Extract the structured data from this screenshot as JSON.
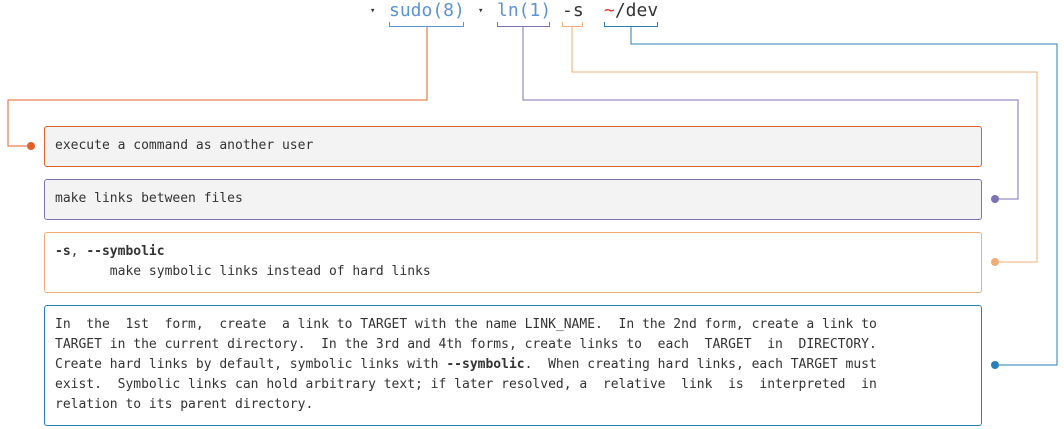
{
  "command": {
    "tokens": [
      {
        "text": "sudo(8)",
        "color": "#5b93d3"
      },
      {
        "text": "ln(1)",
        "color": "#5b93d3"
      },
      {
        "text": "-s",
        "color": "#333333"
      },
      {
        "tilde": "~",
        "rest": "/dev",
        "color": "#e2372b"
      }
    ],
    "caret": "▾"
  },
  "help": {
    "sudo": {
      "text": "execute a command as another user",
      "color": "#e0622a"
    },
    "ln": {
      "text": "make links between files",
      "color": "#7e72b5"
    },
    "symbolic": {
      "short_flag": "-s",
      "separator": ", ",
      "long_flag": "--symbolic",
      "description": "make symbolic links instead of hard links",
      "color": "#f2ac78"
    },
    "dev": {
      "line1": "In  the  1st  form,  create  a link to TARGET with the name LINK_NAME.  In the 2nd form, create a link to",
      "line2": "TARGET in the current directory.  In the 3rd and 4th forms, create links to  each  TARGET  in  DIRECTORY.",
      "line3_pre": "Create hard links by default, symbolic links with ",
      "line3_bold": "--symbolic",
      "line3_post": ".  When creating hard links, each TARGET must",
      "line4": "exist.  Symbolic links can hold arbitrary text; if later resolved, a  relative  link  is  interpreted  in",
      "line5": "relation to its parent directory.",
      "color": "#2a7fb8"
    }
  }
}
